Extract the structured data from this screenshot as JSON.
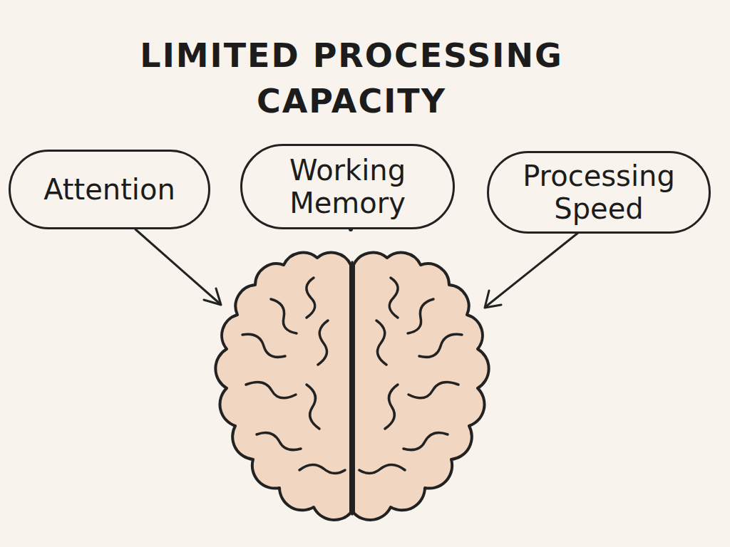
{
  "diagram": {
    "title": "LIMITED PROCESSING CAPACITY",
    "nodes": [
      {
        "text": [
          "Attention"
        ]
      },
      {
        "text": [
          "Working Memory"
        ]
      },
      {
        "text": [
          "Processing Speed"
        ]
      }
    ]
  }
}
